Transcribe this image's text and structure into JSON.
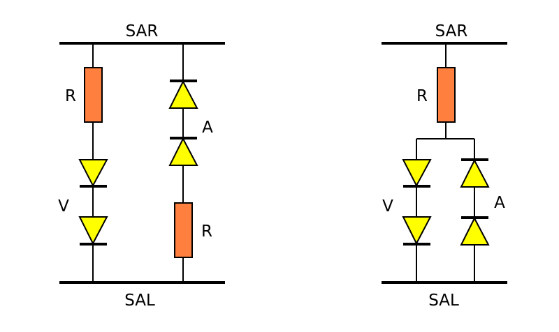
{
  "colors": {
    "wire": "#000000",
    "resistor": "#ff7f3f",
    "diode": "#ffff00",
    "background": "#ffffff"
  },
  "left_circuit": {
    "top_rail_label": "SAR",
    "bottom_rail_label": "SAL",
    "resistor_left_label": "R",
    "diode_v_label": "V",
    "diode_a_label": "A",
    "resistor_right_label": "R"
  },
  "right_circuit": {
    "top_rail_label": "SAR",
    "bottom_rail_label": "SAL",
    "resistor_label": "R",
    "diode_v_label": "V",
    "diode_a_label": "A"
  }
}
